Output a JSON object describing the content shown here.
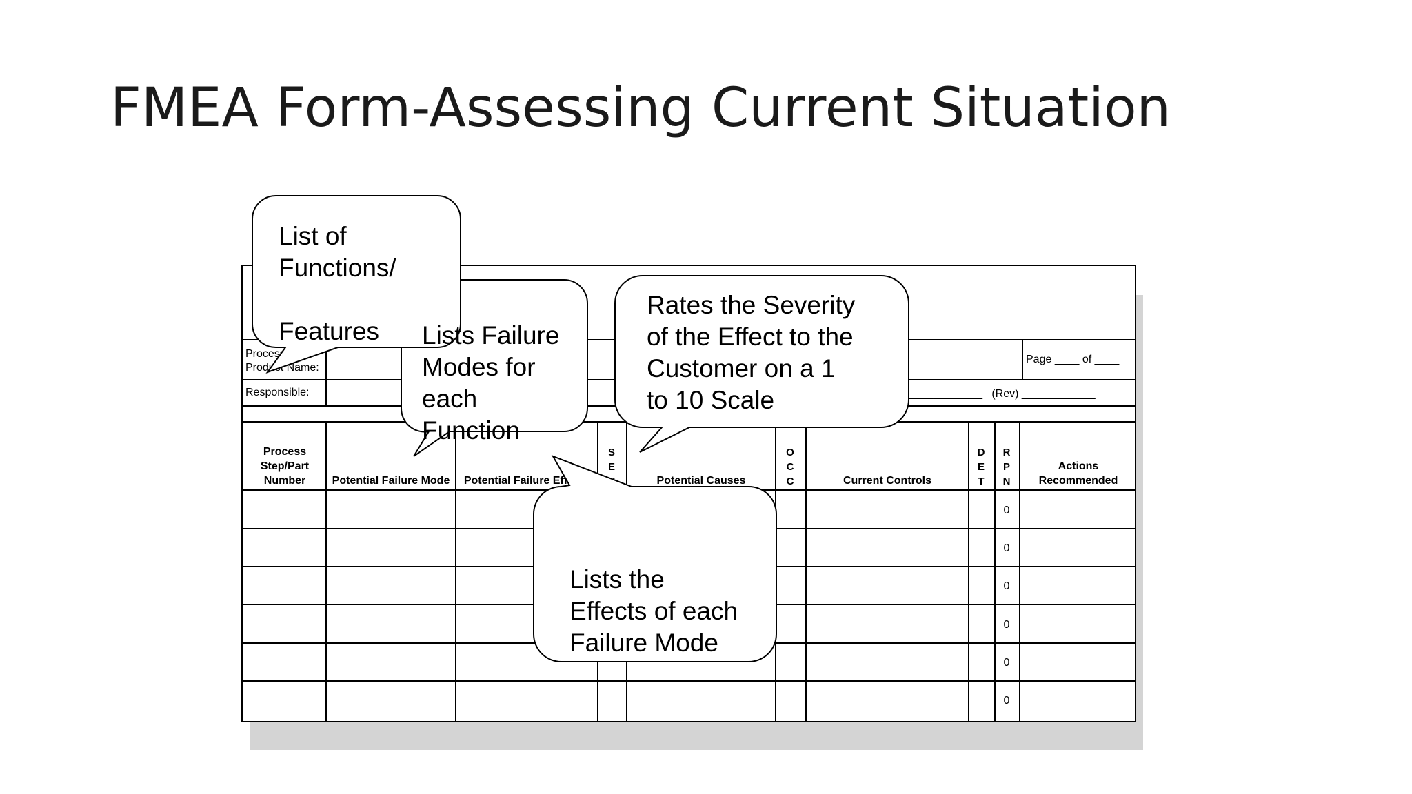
{
  "slide": {
    "title": "FMEA Form-Assessing Current Situation"
  },
  "form": {
    "labels": {
      "process_product_name": "Process/\nProduct Name:",
      "responsible": "Responsible:",
      "page": "Page ____ of ____",
      "date_rev_partial": ")  ____________   (Rev) ____________"
    },
    "headers": {
      "process_step": "Process\nStep/Part\nNumber",
      "failure_mode": "Potential Failure Mode",
      "failure_effects": "Potential Failure Effects",
      "sev": "S\nE\nV",
      "causes": "Potential Causes",
      "occ": "O\nC\nC",
      "controls": "Current Controls",
      "det": "D\nE\nT",
      "rpn": "R\nP\nN",
      "actions": "Actions\nRecommended"
    },
    "rpn_values": [
      "0",
      "0",
      "0",
      "0",
      "0",
      "0"
    ]
  },
  "callouts": {
    "functions": "List of\nFunctions/\n\nFeatures",
    "failure_modes": "Lists Failure\nModes for\neach\nFunction",
    "severity": "Rates the Severity\nof the Effect to the\nCustomer on a 1\nto 10 Scale",
    "effects": "Lists the\nEffects of each\nFailure Mode"
  },
  "colors": {
    "line": "#000000",
    "shadow": "#d4d4d4",
    "title": "#1a1a1a"
  }
}
